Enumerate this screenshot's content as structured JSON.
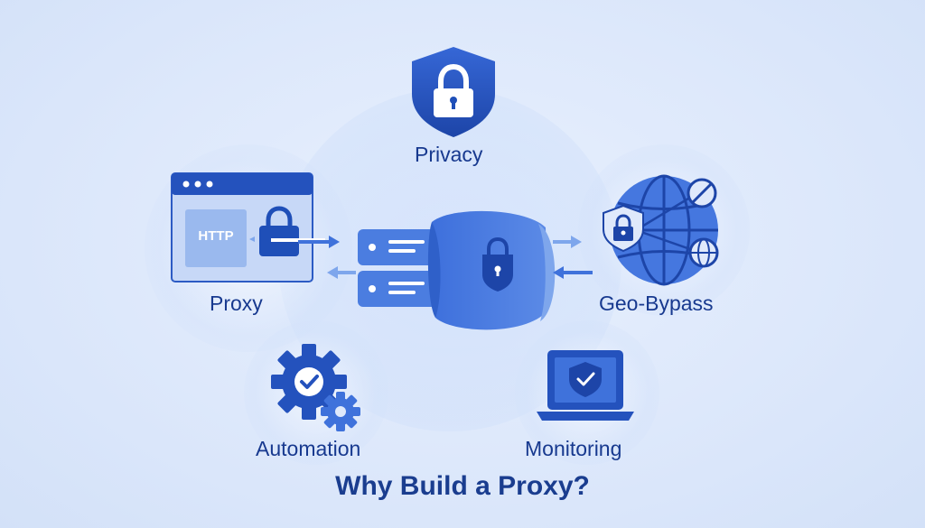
{
  "title": "Why Build a Proxy?",
  "labels": {
    "privacy": "Privacy",
    "proxy": "Proxy",
    "geo_bypass": "Geo-Bypass",
    "automation": "Automation",
    "monitoring": "Monitoring"
  },
  "browser_window": {
    "badge": "HTTP"
  },
  "icons": {
    "privacy": "shield-lock-icon",
    "proxy": "browser-window-lock-icon",
    "geo_bypass": "globe-lock-icon",
    "automation": "gears-check-icon",
    "monitoring": "laptop-shield-icon",
    "center": "server-band-lock-icon"
  },
  "colors": {
    "primary": "#1f4fb8",
    "mid": "#3f72db",
    "light": "#7ea6ec",
    "text": "#17398f",
    "background": "#dde8fb"
  }
}
